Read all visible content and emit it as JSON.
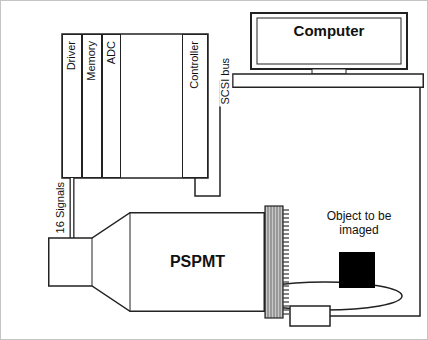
{
  "diagram": {
    "nodes": [
      {
        "text": [
          "Driver"
        ]
      },
      {
        "text": [
          "Memory"
        ]
      },
      {
        "text": [
          "ADC"
        ]
      },
      {
        "text": [
          "Controller"
        ]
      },
      {
        "text": [
          "Computer"
        ]
      },
      {
        "text": [
          "PSPMT"
        ]
      },
      {
        "text": [
          "Object to be imaged"
        ]
      }
    ],
    "edges": [
      {
        "from": 0,
        "to": 5,
        "label": "16 Signals",
        "arrow": "none"
      },
      {
        "from": 3,
        "to": 4,
        "label": "SCSI bus",
        "arrow": "none"
      }
    ]
  }
}
